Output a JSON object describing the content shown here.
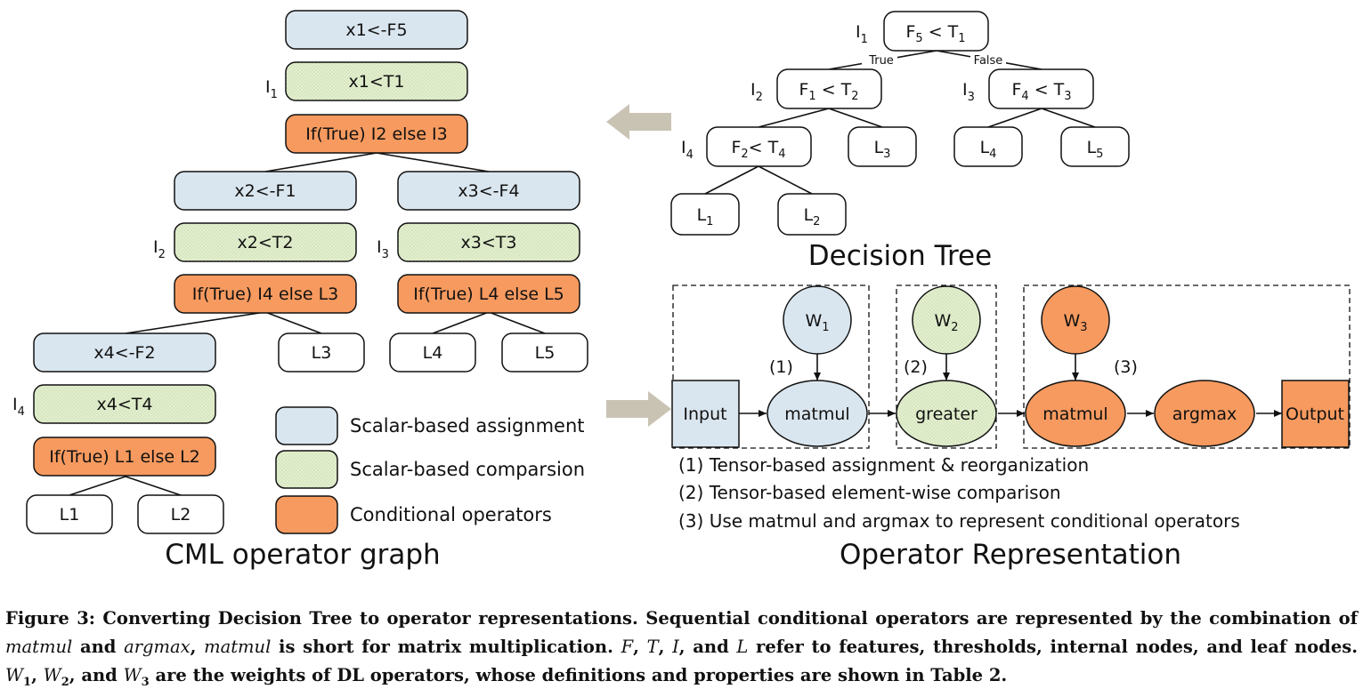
{
  "cml_graph": {
    "title": "CML operator graph",
    "nodes": {
      "a1": "x1<-F5",
      "c1": "x1<T1",
      "i1": "If(True) I2 else I3",
      "a2": "x2<-F1",
      "c2": "x2<T2",
      "i2": "If(True) I4 else L3",
      "a3": "x3<-F4",
      "c3": "x3<T3",
      "i3": "If(True) L4 else L5",
      "a4": "x4<-F2",
      "c4": "x4<T4",
      "i4": "If(True) L1 else L2",
      "L1": "L1",
      "L2": "L2",
      "L3": "L3",
      "L4": "L4",
      "L5": "L5"
    },
    "internal_labels": {
      "I1": {
        "base": "I",
        "sub": "1"
      },
      "I2": {
        "base": "I",
        "sub": "2"
      },
      "I3": {
        "base": "I",
        "sub": "3"
      },
      "I4": {
        "base": "I",
        "sub": "4"
      }
    }
  },
  "legend": {
    "assign": "Scalar-based assignment",
    "compare": "Scalar-based comparsion",
    "cond": "Conditional operators"
  },
  "decision_tree": {
    "title": "Decision Tree",
    "edge_true": "True",
    "edge_false": "False",
    "nodes": {
      "n1": {
        "label": "I",
        "sub": "1",
        "parts": [
          [
            "F",
            "5"
          ],
          [
            " < T",
            "1"
          ]
        ]
      },
      "n2": {
        "label": "I",
        "sub": "2",
        "parts": [
          [
            "F",
            "1"
          ],
          [
            "  < T",
            "2"
          ]
        ]
      },
      "n3": {
        "label": "I",
        "sub": "3",
        "parts": [
          [
            "F",
            "4"
          ],
          [
            " < T",
            "3"
          ]
        ]
      },
      "n4": {
        "label": "I",
        "sub": "4",
        "parts": [
          [
            "F",
            "2"
          ],
          [
            "<  T",
            "4"
          ]
        ]
      }
    },
    "leaves": {
      "l3": [
        "L",
        "3"
      ],
      "l4": [
        "L",
        "4"
      ],
      "l5": [
        "L",
        "5"
      ],
      "l1": [
        "L",
        "1"
      ],
      "l2": [
        "L",
        "2"
      ]
    }
  },
  "operator_rep": {
    "title": "Operator Representation",
    "weights": {
      "w1": [
        "W",
        "1"
      ],
      "w2": [
        "W",
        "2"
      ],
      "w3": [
        "W",
        "3"
      ]
    },
    "ops": {
      "input": "Input",
      "matmul1": "matmul",
      "greater": "greater",
      "matmul2": "matmul",
      "argmax": "argmax",
      "output": "Output"
    },
    "group_labels": {
      "g1": "(1)",
      "g2": "(2)",
      "g3": "(3)"
    },
    "notes": {
      "n1": "(1) Tensor-based assignment & reorganization",
      "n2": "(2) Tensor-based element-wise comparison",
      "n3": "(3) Use matmul and argmax to represent conditional operators"
    }
  },
  "caption": {
    "lead": "Figure 3: Converting Decision Tree to operator representations. Sequential conditional operators are represented by the combination of ",
    "matmul": "matmul",
    "and": " and ",
    "argmax": "argmax",
    "comma": ", ",
    "short": " is short for matrix multiplication. ",
    "F": "F",
    "T": "T",
    "I": "I",
    "L": "L",
    "c1": ", ",
    "c2": ", ",
    "c3": ", and ",
    "refer": " refer to features, thresholds, internal nodes, and leaf nodes. ",
    "W": "W",
    "s1": "1",
    "s2": "2",
    "s3": "3",
    "tail": " are the weights of DL operators, whose definitions and properties are shown in Table 2."
  },
  "colors": {
    "assign": "#dae6ef",
    "compare": "#e3efd0",
    "cond": "#f79a5f",
    "arrow": "#c9c3b4"
  }
}
